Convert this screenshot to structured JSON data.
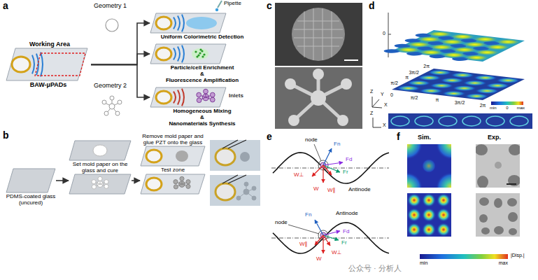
{
  "diagram": {
    "nodes": [
      {
        "text": [
          "Working Area",
          "BAW-μPADs"
        ]
      },
      {
        "text": [
          "Uniform Colorimetric Detection"
        ]
      },
      {
        "text": [
          "Particle/cell Enrichment",
          "&",
          "Fluorescence Amplification"
        ]
      },
      {
        "text": [
          "Homogeneous Mixing",
          "&",
          "Nanomaterials Synthesis"
        ]
      },
      {
        "text": [
          "PDMS-coated glass (uncured)"
        ]
      },
      {
        "text": [
          "Set mold paper on the glass and cure"
        ]
      },
      {
        "text": [
          "Remove mold paper and glue PZT onto the glass",
          "Test zone"
        ]
      }
    ],
    "edges": [
      {
        "from": 0,
        "to": 1,
        "arrow": "to"
      },
      {
        "from": 0,
        "to": 2,
        "arrow": "to"
      },
      {
        "from": 0,
        "to": 3,
        "arrow": "to"
      },
      {
        "from": 4,
        "to": 5,
        "arrow": "to"
      },
      {
        "from": 5,
        "to": 6,
        "arrow": "to"
      }
    ],
    "labels": [
      "a",
      "Geometry 1",
      "Pipette",
      "Geometry 2",
      "Inlets",
      "b",
      "c",
      "d",
      "0",
      "2π",
      "3π/2",
      "π",
      "π/2",
      "0",
      "π/2",
      "π",
      "3π/2",
      "2π",
      "min",
      "0",
      "max",
      "Y",
      "Z",
      "X",
      "Z",
      "X",
      "e",
      "node",
      "Fn",
      "Fd",
      "Fr",
      "W⊥",
      "W",
      "W∥",
      "Antinode",
      "node",
      "Antinode",
      "Fn",
      "Fd",
      "Fr",
      "W⊥",
      "W",
      "W∥",
      "f",
      "Sim.",
      "Exp.",
      "min",
      "max",
      "|Disp.|",
      "公众号 · 分析人"
    ]
  }
}
